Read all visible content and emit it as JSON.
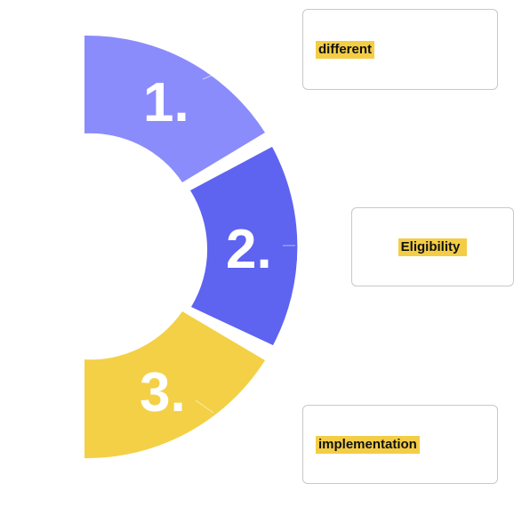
{
  "colors": {
    "segment_1": "#8b8cfb",
    "segment_2": "#5e63f0",
    "segment_3": "#f4d047",
    "highlight": "#f4cd47",
    "card_border": "#c8c8c8"
  },
  "segments": [
    {
      "label": "1."
    },
    {
      "label": "2."
    },
    {
      "label": "3."
    }
  ],
  "cards": [
    {
      "text": "different"
    },
    {
      "text": "Eligibility"
    },
    {
      "text": "implementation"
    }
  ]
}
